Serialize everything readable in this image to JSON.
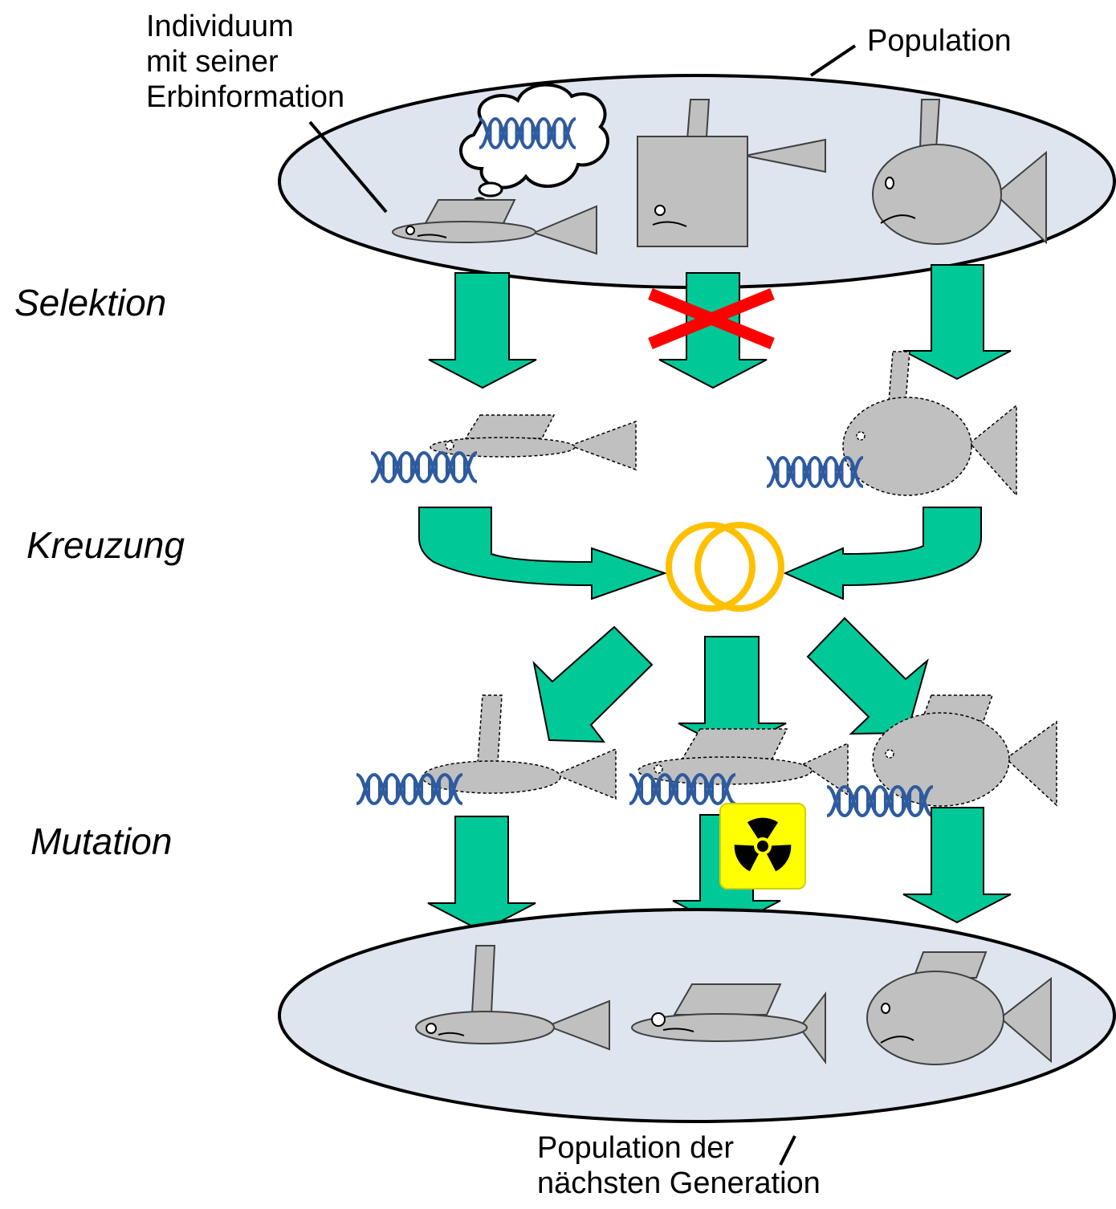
{
  "labels": {
    "individual": [
      "Individuum",
      "mit seiner",
      "Erbinformation"
    ],
    "population": "Population",
    "next_population": [
      "Population der",
      "nächsten Generation"
    ]
  },
  "stages": {
    "selection": "Selektion",
    "crossover": "Kreuzung",
    "mutation": "Mutation"
  },
  "colors": {
    "arrow": "#00c896",
    "population_fill": "#dfe5ee",
    "fish": "#c0c0c0",
    "dna": "#2e5b9e",
    "rings": "#ffc000",
    "cross_mark": "#ff0000",
    "hazard_bg": "#ffff00"
  },
  "icons": [
    "dna-icon",
    "radiation-hazard-icon",
    "cross-mark-icon",
    "rings-icon",
    "thought-cloud-icon"
  ]
}
